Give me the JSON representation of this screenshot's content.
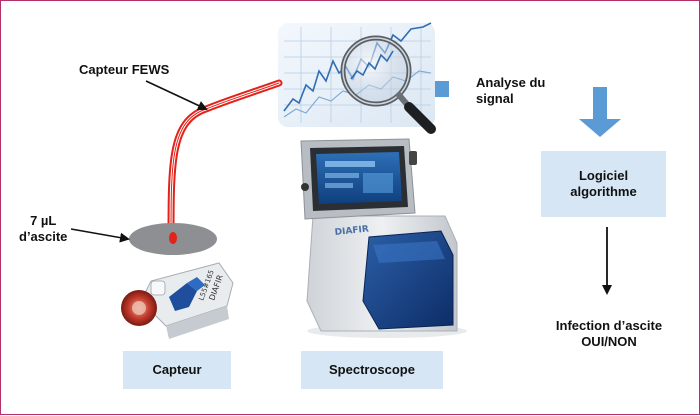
{
  "labels": {
    "capteur_fews": "Capteur FEWS",
    "volume": "7 µL\nd’ascite",
    "analyse": "Analyse du\nsignal",
    "infection": "Infection d’ascite\nOUI/NON"
  },
  "boxes": {
    "capteur": "Capteur",
    "spectroscope": "Spectroscope",
    "logiciel": "Logiciel\nalgorithme"
  },
  "device_brand": "DIAFIR",
  "colors": {
    "frame": "#b4306a",
    "box_fill": "#d6e6f4",
    "fiber": "#e2231a",
    "flow_arrow": "#5b9bd5"
  }
}
